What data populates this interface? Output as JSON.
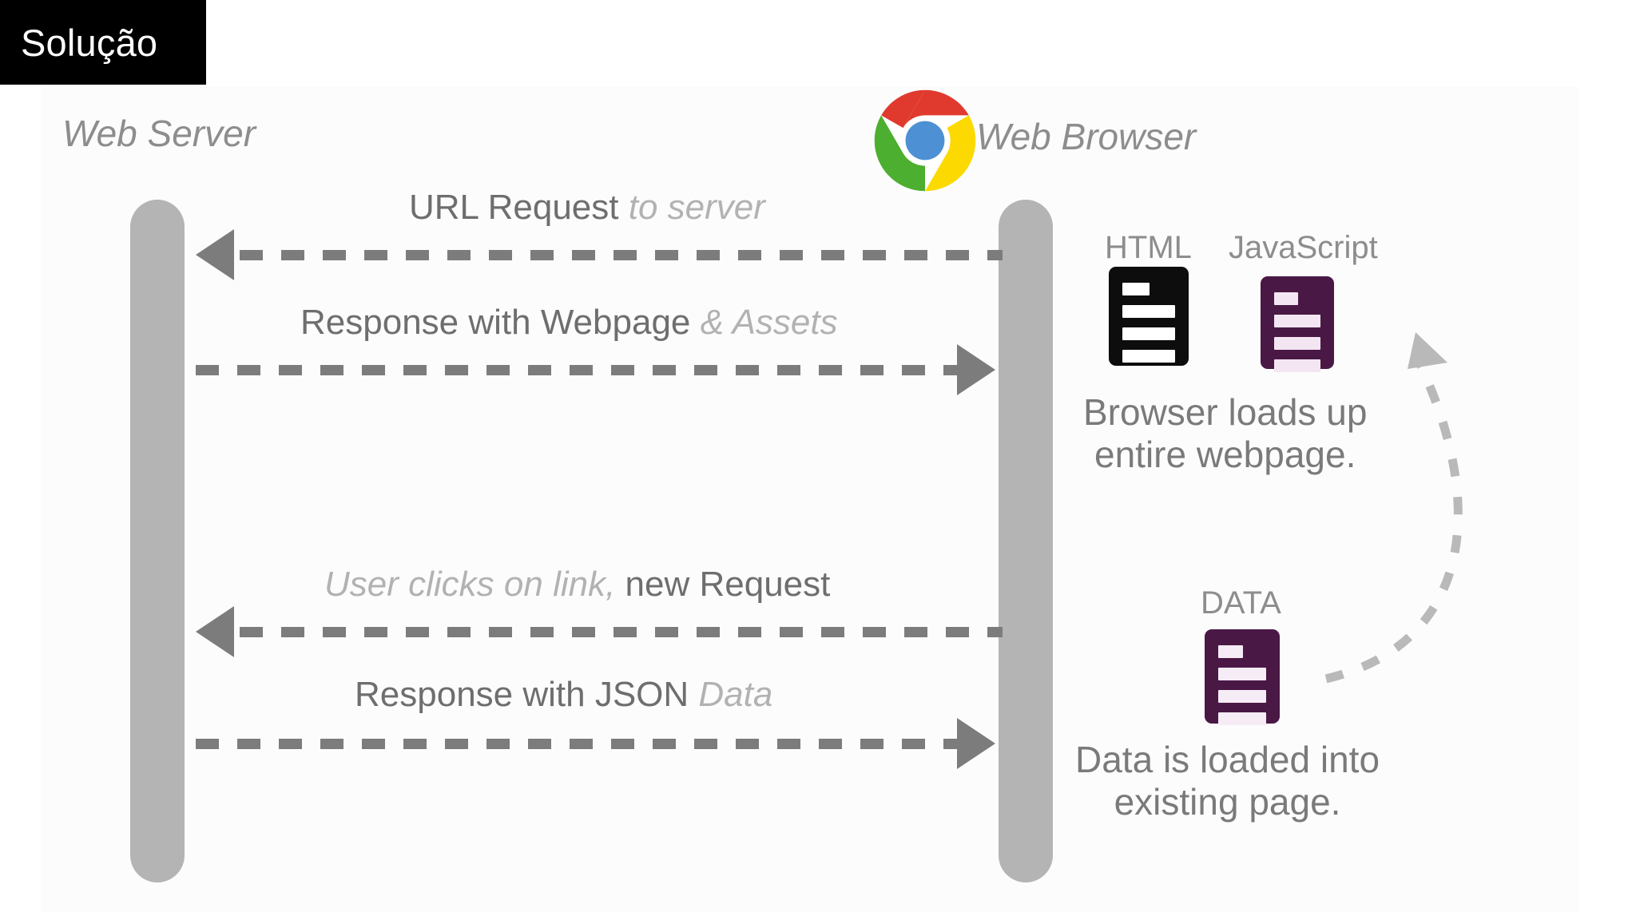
{
  "banner": {
    "title": "Solução",
    "background": "#000000",
    "text_color": "#ffffff"
  },
  "diagram": {
    "type": "sequence-diagram",
    "background": "#fcfcfd",
    "actors": [
      {
        "id": "web-server",
        "label": "Web Server",
        "side": "left",
        "color": "#8d8d8d"
      },
      {
        "id": "web-browser",
        "label": "Web Browser",
        "side": "right",
        "color": "#8d8d8d",
        "icon": "chrome-logo"
      }
    ],
    "lifeline_color": "#b4b4b4",
    "messages": [
      {
        "id": "url-request",
        "label_primary": "URL Request",
        "label_secondary": "to server",
        "direction": "browser-to-server",
        "style": "dashed",
        "color": "#7c7c7c"
      },
      {
        "id": "response-webpage",
        "label_primary": "Response with Webpage",
        "label_secondary": "& Assets",
        "direction": "server-to-browser",
        "style": "dashed",
        "color": "#7c7c7c"
      },
      {
        "id": "new-request",
        "label_primary": "new Request",
        "label_secondary": "User clicks on link,",
        "secondary_first": true,
        "direction": "browser-to-server",
        "style": "dashed",
        "color": "#7c7c7c"
      },
      {
        "id": "response-json",
        "label_primary": "Response with JSON",
        "label_secondary": "Data",
        "direction": "server-to-browser",
        "style": "dashed",
        "color": "#7c7c7c"
      }
    ],
    "assets": [
      {
        "id": "html-doc",
        "label": "HTML",
        "fill": "#0d0d0d",
        "bar_color": "#ffffff"
      },
      {
        "id": "javascript-doc",
        "label": "JavaScript",
        "fill": "#4a1845",
        "bar_color": "#f3e6f2"
      },
      {
        "id": "data-doc",
        "label": "DATA",
        "fill": "#4a1845",
        "bar_color": "#f6ecf5"
      }
    ],
    "notes": [
      {
        "id": "browser-loads-note",
        "lines": [
          "Browser loads up",
          "entire webpage."
        ],
        "color": "#7a7a7a"
      },
      {
        "id": "data-loaded-note",
        "lines": [
          "Data is loaded into",
          "existing page."
        ],
        "color": "#7a7a7a"
      }
    ],
    "callback_arrow": {
      "id": "data-to-javascript-arrow",
      "from": "data-doc",
      "to": "javascript-doc",
      "style": "dashed-curved",
      "color": "#b9b9b9"
    }
  },
  "chrome_logo": {
    "red": "#e03a2f",
    "yellow": "#fcd900",
    "green": "#4caf2f",
    "blue": "#4d90d4",
    "white": "#ffffff"
  }
}
